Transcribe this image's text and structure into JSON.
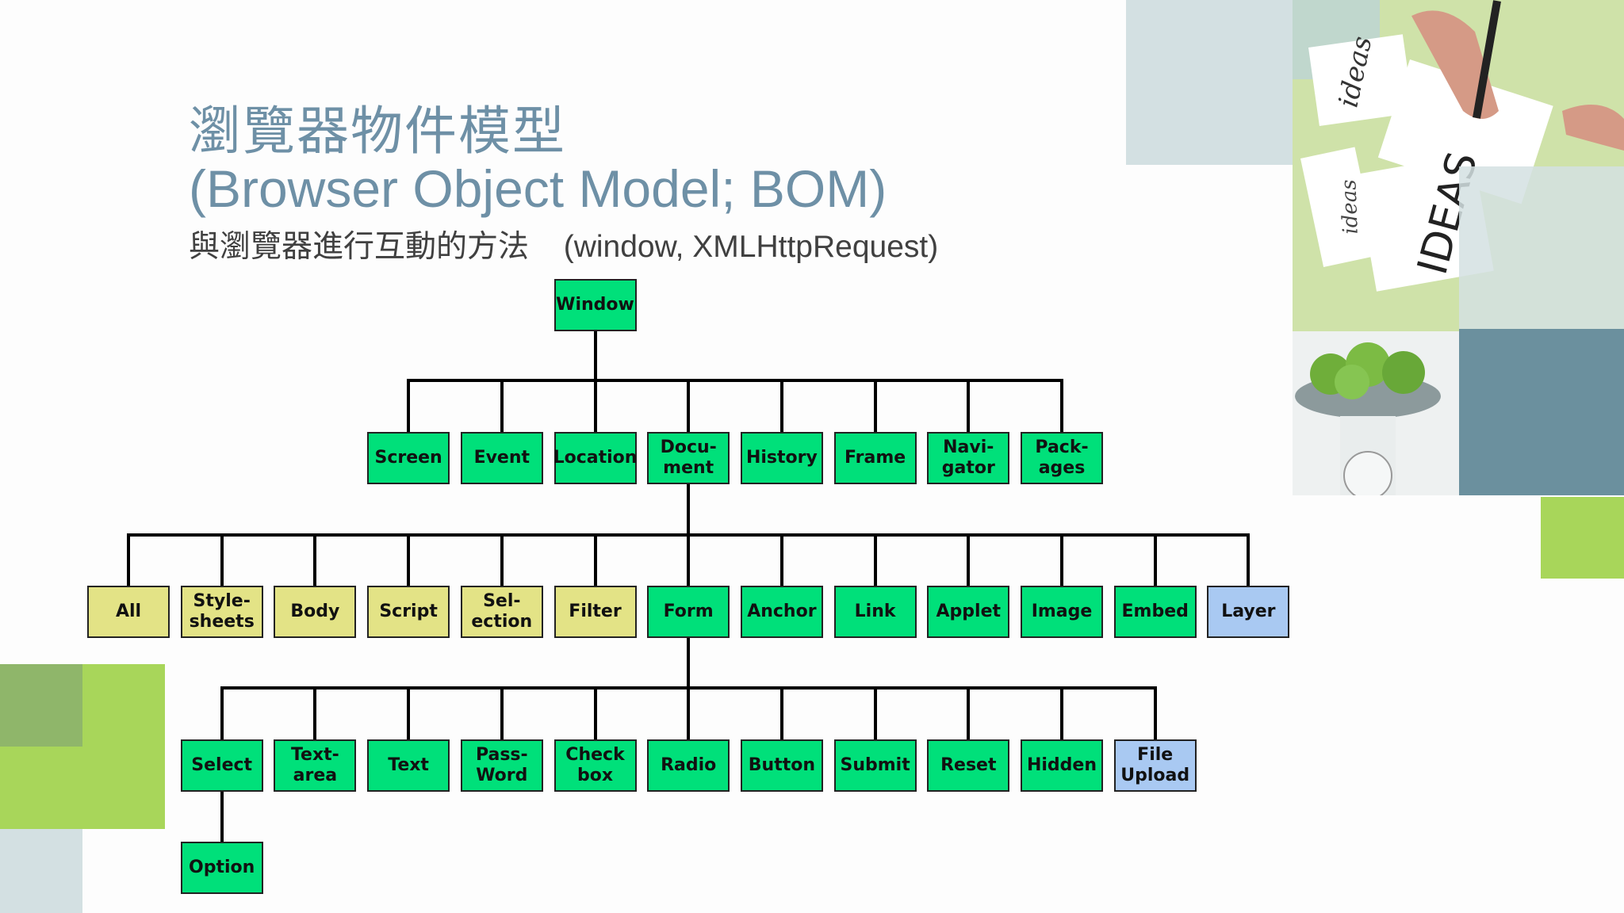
{
  "slide": {
    "title_zh": "瀏覽器物件模型",
    "title_en": "(Browser Object Model; BOM)",
    "subtitle_zh": "與瀏覽器進行互動的方法",
    "subtitle_en": "(window, XMLHttpRequest)"
  },
  "colors": {
    "title": "#6e90a6",
    "node_green": "#00e07a",
    "node_yellow": "#e3e386",
    "node_blue": "#a9c9f2",
    "accent_green": "#a8d65a",
    "accent_gray_blue": "#d3e0e2",
    "accent_slate": "#6b909e"
  },
  "images": {
    "ideas_card_1": "ideas",
    "ideas_card_2": "ideas",
    "ideas_card_3": "IDEAS"
  },
  "tree": {
    "root": {
      "label": "Window",
      "color": "green"
    },
    "level1": [
      {
        "label": "Screen",
        "color": "green"
      },
      {
        "label": "Event",
        "color": "green"
      },
      {
        "label": "Location",
        "color": "green"
      },
      {
        "label": "Docu-\nment",
        "color": "green"
      },
      {
        "label": "History",
        "color": "green"
      },
      {
        "label": "Frame",
        "color": "green"
      },
      {
        "label": "Navi-\ngator",
        "color": "green"
      },
      {
        "label": "Pack-\nages",
        "color": "green"
      }
    ],
    "level2": [
      {
        "label": "All",
        "color": "yellow"
      },
      {
        "label": "Style-\nsheets",
        "color": "yellow"
      },
      {
        "label": "Body",
        "color": "yellow"
      },
      {
        "label": "Script",
        "color": "yellow"
      },
      {
        "label": "Sel-\nection",
        "color": "yellow"
      },
      {
        "label": "Filter",
        "color": "yellow"
      },
      {
        "label": "Form",
        "color": "green"
      },
      {
        "label": "Anchor",
        "color": "green"
      },
      {
        "label": "Link",
        "color": "green"
      },
      {
        "label": "Applet",
        "color": "green"
      },
      {
        "label": "Image",
        "color": "green"
      },
      {
        "label": "Embed",
        "color": "green"
      },
      {
        "label": "Layer",
        "color": "blue"
      }
    ],
    "level3": [
      {
        "label": "Select",
        "color": "green"
      },
      {
        "label": "Text-\narea",
        "color": "green"
      },
      {
        "label": "Text",
        "color": "green"
      },
      {
        "label": "Pass-\nWord",
        "color": "green"
      },
      {
        "label": "Check\nbox",
        "color": "green"
      },
      {
        "label": "Radio",
        "color": "green"
      },
      {
        "label": "Button",
        "color": "green"
      },
      {
        "label": "Submit",
        "color": "green"
      },
      {
        "label": "Reset",
        "color": "green"
      },
      {
        "label": "Hidden",
        "color": "green"
      },
      {
        "label": "File\nUpload",
        "color": "blue"
      }
    ],
    "level4": [
      {
        "label": "Option",
        "color": "green"
      }
    ]
  }
}
